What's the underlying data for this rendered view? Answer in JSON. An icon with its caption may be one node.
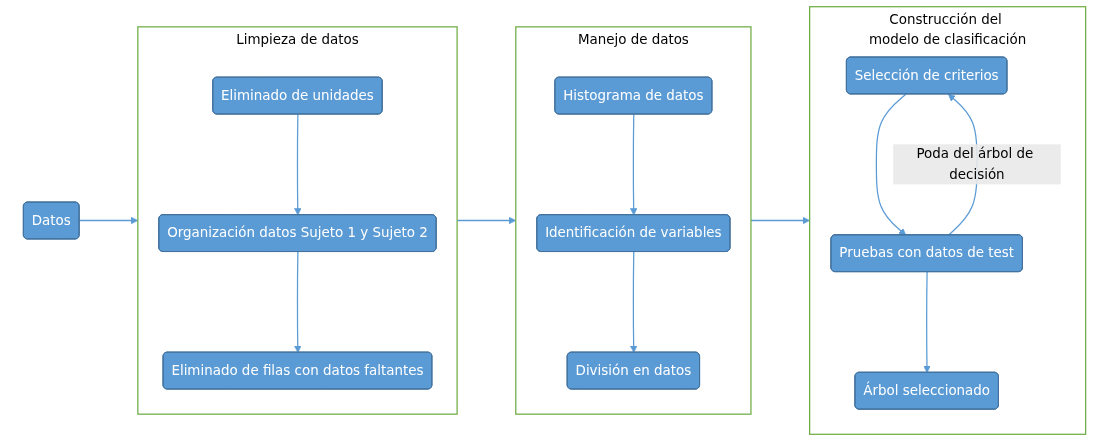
{
  "diagram": {
    "nodes": [
      {
        "text": [
          "Datos"
        ]
      },
      {
        "text": [
          "Limpieza de datos"
        ]
      },
      {
        "text": [
          "Eliminado de unidades"
        ],
        "in": 1
      },
      {
        "text": [
          "Organización datos Sujeto 1 y Sujeto 2"
        ],
        "in": 1
      },
      {
        "text": [
          "Eliminado de filas con datos faltantes"
        ],
        "in": 1
      },
      {
        "text": [
          "Manejo de datos"
        ]
      },
      {
        "text": [
          "Histograma de datos"
        ],
        "in": 5
      },
      {
        "text": [
          "Identificación de variables"
        ],
        "in": 5
      },
      {
        "text": [
          "División en datos"
        ],
        "in": 5
      },
      {
        "text": [
          "Construcción del modelo de clasificación"
        ]
      },
      {
        "text": [
          "Árbol seleccionado"
        ],
        "in": 9
      },
      {
        "text": [
          "Pruebas con datos de test"
        ],
        "in": 9
      },
      {
        "text": [
          "Selección de criterios"
        ],
        "in": 9
      }
    ],
    "edges": [
      {
        "from": 0,
        "to": 1,
        "arrow": "to"
      },
      {
        "from": 2,
        "to": 3,
        "arrow": "to"
      },
      {
        "from": 3,
        "to": 4,
        "arrow": "to"
      },
      {
        "from": 1,
        "to": 5,
        "arrow": "to"
      },
      {
        "from": 6,
        "to": 7,
        "arrow": "to"
      },
      {
        "from": 7,
        "to": 8,
        "arrow": "to"
      },
      {
        "from": 5,
        "to": 9,
        "arrow": "to"
      },
      {
        "from": 12,
        "to": 11,
        "arrow": "to"
      },
      {
        "from": 11,
        "to": 10,
        "arrow": "to"
      },
      {
        "from": 11,
        "to": 12,
        "label": "Poda del árbol de decisión",
        "arrow": "to"
      }
    ]
  }
}
